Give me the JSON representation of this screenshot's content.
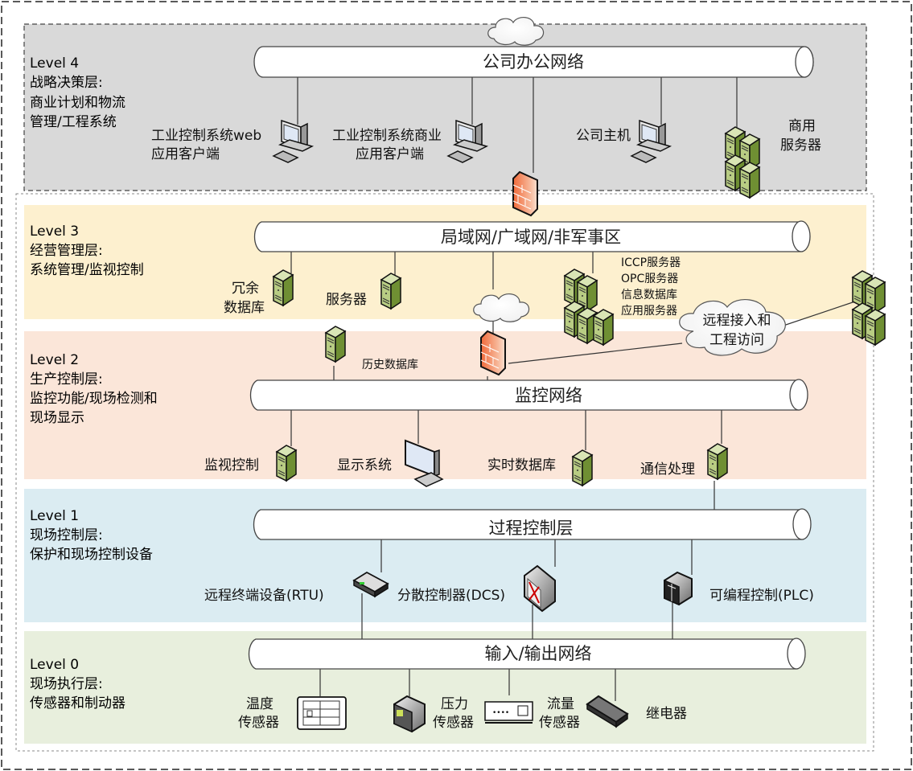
{
  "levels": [
    {
      "id": "level4",
      "title": "Level 4",
      "desc": [
        "战略决策层:",
        "商业计划和物流",
        "管理/工程系统"
      ],
      "bg": "#d9d9d9"
    },
    {
      "id": "level3",
      "title": "Level 3",
      "desc": [
        "经营管理层:",
        "系统管理/监视控制"
      ],
      "bg": "#fdf0cf"
    },
    {
      "id": "level2",
      "title": "Level 2",
      "desc": [
        "生产控制层:",
        "监控功能/现场检测和",
        "现场显示"
      ],
      "bg": "#fbe6d9"
    },
    {
      "id": "level1",
      "title": "Level 1",
      "desc": [
        "现场控制层:",
        "保护和现场控制设备"
      ],
      "bg": "#dbecf2"
    },
    {
      "id": "level0",
      "title": "Level 0",
      "desc": [
        "现场执行层:",
        "传感器和制动器"
      ],
      "bg": "#e8efdd"
    }
  ],
  "buses": {
    "office": "公司办公网络",
    "lan": "局域网/广域网/非军事区",
    "supervisory": "监控网络",
    "process": "过程控制层",
    "io": "输入/输出网络"
  },
  "devices": {
    "web_client": [
      "工业控制系统web",
      "应用客户端"
    ],
    "biz_client": [
      "工业控制系统商业",
      "应用客户端"
    ],
    "corp_host": "公司主机",
    "biz_server": [
      "商用",
      "服务器"
    ],
    "redundant_db": [
      "冗余",
      "数据库"
    ],
    "server": "服务器",
    "server_group": [
      "ICCP服务器",
      "OPC服务器",
      "信息数据库",
      "应用服务器"
    ],
    "remote_access": [
      "远程接入和",
      "工程访问"
    ],
    "historian": "历史数据库",
    "supervisory_ctrl": "监视控制",
    "display": "显示系统",
    "realtime_db": "实时数据库",
    "comm": "通信处理",
    "rtu": "远程终端设备(RTU)",
    "dcs": "分散控制器(DCS)",
    "plc": "可编程控制(PLC)",
    "temp_sensor": [
      "温度",
      "传感器"
    ],
    "pressure_sensor": [
      "压力",
      "传感器"
    ],
    "flow_sensor": [
      "流量",
      "传感器"
    ],
    "relay": "继电器"
  }
}
